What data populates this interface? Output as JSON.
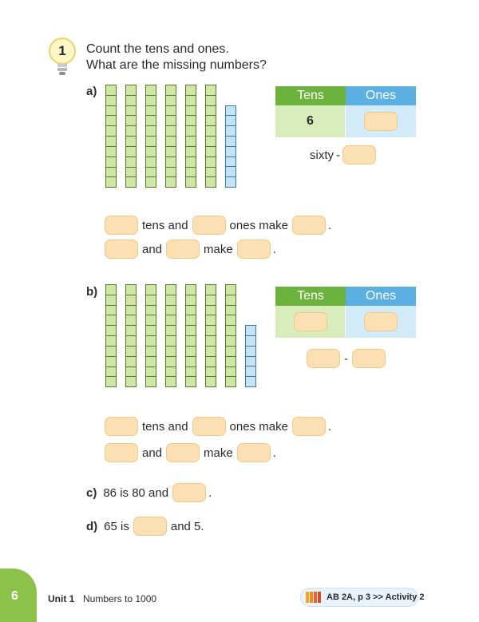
{
  "question": {
    "number": "1",
    "line1": "Count the tens and ones.",
    "line2": "What are the missing numbers?"
  },
  "part_a": {
    "label": "a)",
    "tens_rods": 6,
    "ones_cubes": 8,
    "table": {
      "tens_header": "Tens",
      "ones_header": "Ones",
      "tens_value": "6"
    },
    "word": "sixty",
    "dash": "-",
    "sentence1": {
      "t1": "tens and",
      "t2": "ones make",
      "end": "."
    },
    "sentence2": {
      "t1": "and",
      "t2": "make",
      "end": "."
    }
  },
  "part_b": {
    "label": "b)",
    "tens_rods": 7,
    "ones_cubes": 6,
    "table": {
      "tens_header": "Tens",
      "ones_header": "Ones"
    },
    "dash": "-",
    "sentence1": {
      "t1": "tens and",
      "t2": "ones make",
      "end": "."
    },
    "sentence2": {
      "t1": "and",
      "t2": "make",
      "end": "."
    }
  },
  "part_c": {
    "label": "c)",
    "text": "86 is 80 and",
    "end": "."
  },
  "part_d": {
    "label": "d)",
    "text": "65 is",
    "text2": "and 5."
  },
  "footer": {
    "page_number": "6",
    "unit": "Unit 1",
    "unit_title": "Numbers to 1000",
    "activity": "AB 2A, p 3 >> Activity 2"
  },
  "colors": {
    "tens_green": "#6cb33e",
    "ones_blue": "#5bb0e3",
    "answer_box": "#fbe0b4",
    "page_tab": "#8cc24a"
  }
}
